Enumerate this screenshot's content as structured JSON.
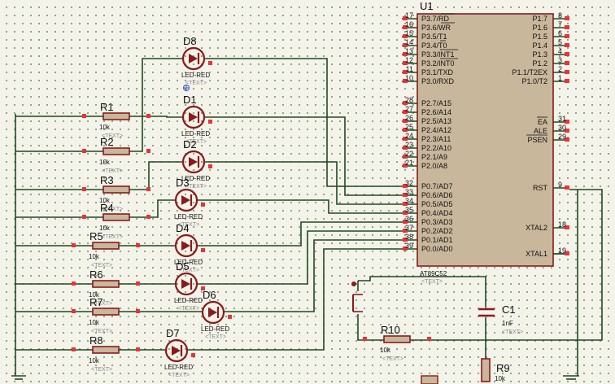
{
  "mcu": {
    "ref": "U1",
    "part": "AT89C52",
    "placeholder": "<TEXT>",
    "left_pins": [
      {
        "num": "17",
        "name": "P3.7/RD"
      },
      {
        "num": "16",
        "name": "P3.6/WR"
      },
      {
        "num": "15",
        "name": "P3.5/T1"
      },
      {
        "num": "14",
        "name": "P3.4/T0"
      },
      {
        "num": "13",
        "name": "P3.3/INT1"
      },
      {
        "num": "12",
        "name": "P3.2/INT0"
      },
      {
        "num": "11",
        "name": "P3.1/TXD"
      },
      {
        "num": "10",
        "name": "P3.0/RXD"
      },
      {
        "num": "28",
        "name": "P2.7/A15"
      },
      {
        "num": "27",
        "name": "P2.6/A14"
      },
      {
        "num": "26",
        "name": "P2.5/A13"
      },
      {
        "num": "25",
        "name": "P2.4/A12"
      },
      {
        "num": "24",
        "name": "P2.3/A11"
      },
      {
        "num": "23",
        "name": "P2.2/A10"
      },
      {
        "num": "22",
        "name": "P2.1/A9"
      },
      {
        "num": "21",
        "name": "P2.0/A8"
      },
      {
        "num": "32",
        "name": "P0.7/AD7"
      },
      {
        "num": "33",
        "name": "P0.6/AD6"
      },
      {
        "num": "34",
        "name": "P0.5/AD5"
      },
      {
        "num": "35",
        "name": "P0.4/AD4"
      },
      {
        "num": "36",
        "name": "P0.3/AD3"
      },
      {
        "num": "37",
        "name": "P0.2/AD2"
      },
      {
        "num": "38",
        "name": "P0.1/AD1"
      },
      {
        "num": "39",
        "name": "P0.0/AD0"
      }
    ],
    "right_pins": [
      {
        "num": "8",
        "name": "P1.7"
      },
      {
        "num": "7",
        "name": "P1.6"
      },
      {
        "num": "6",
        "name": "P1.5"
      },
      {
        "num": "5",
        "name": "P1.4"
      },
      {
        "num": "4",
        "name": "P1.3"
      },
      {
        "num": "3",
        "name": "P1.2"
      },
      {
        "num": "2",
        "name": "P1.1/T2EX"
      },
      {
        "num": "1",
        "name": "P1.0/T2"
      },
      {
        "num": "31",
        "name": "EA"
      },
      {
        "num": "30",
        "name": "ALE"
      },
      {
        "num": "29",
        "name": "PSEN"
      },
      {
        "num": "9",
        "name": "RST"
      },
      {
        "num": "18",
        "name": "XTAL2"
      },
      {
        "num": "19",
        "name": "XTAL1"
      }
    ]
  },
  "leds": [
    {
      "ref": "D8",
      "value": "LED-RED",
      "placeholder": "<TEXT>"
    },
    {
      "ref": "D1",
      "value": "LED-RED",
      "placeholder": "<TEXT>"
    },
    {
      "ref": "D2",
      "value": "LED-RED",
      "placeholder": "<TEXT>"
    },
    {
      "ref": "D3",
      "value": "LED-RED",
      "placeholder": "<TEXT>"
    },
    {
      "ref": "D4",
      "value": "LED-RED",
      "placeholder": "<TEXT>"
    },
    {
      "ref": "D5",
      "value": "LED-RED",
      "placeholder": "<TEXT>"
    },
    {
      "ref": "D6",
      "value": "LED-RED",
      "placeholder": "<TEXT>"
    },
    {
      "ref": "D7",
      "value": "LED-RED",
      "placeholder": "<TEXT>"
    }
  ],
  "resistors": [
    {
      "ref": "R1",
      "value": "10k",
      "placeholder": "<TEXT>"
    },
    {
      "ref": "R2",
      "value": "10k",
      "placeholder": "<TEXT>"
    },
    {
      "ref": "R3",
      "value": "10k",
      "placeholder": "<TEXT>"
    },
    {
      "ref": "R4",
      "value": "10k",
      "placeholder": "<TEXT>"
    },
    {
      "ref": "R5",
      "value": "10k",
      "placeholder": "<TEXT>"
    },
    {
      "ref": "R6",
      "value": "10k",
      "placeholder": "<TEXT>"
    },
    {
      "ref": "R7",
      "value": "10k",
      "placeholder": "<TEXT>"
    },
    {
      "ref": "R8",
      "value": "10k",
      "placeholder": "<TEXT>"
    },
    {
      "ref": "R10",
      "value": "10k",
      "placeholder": "<TEXT>"
    },
    {
      "ref": "R9",
      "value": "10k",
      "placeholder": ""
    }
  ],
  "capacitor": {
    "ref": "C1",
    "value": "1nF",
    "placeholder": "<TEXT>"
  },
  "colors": {
    "wire": "#1e4a1e",
    "component": "#8b1a1a",
    "body": "#c9b79c",
    "pin_marker": "#e8333a",
    "background": "#f4f3ea"
  }
}
